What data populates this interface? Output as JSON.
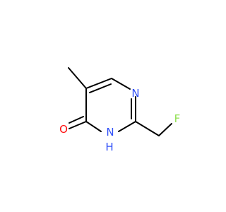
{
  "molecule": {
    "atoms": {
      "ring_nitrogen": {
        "symbol": "N",
        "color": "#3050f8"
      },
      "nh_nitrogen": {
        "symbol": "N",
        "color": "#3050f8"
      },
      "nh_hydrogen": {
        "symbol": "H",
        "color": "#3050f8"
      },
      "carbonyl_oxygen": {
        "symbol": "O",
        "color": "#ff0d0d"
      },
      "fluorine": {
        "symbol": "F",
        "color": "#90e050"
      }
    },
    "bond_color": "#000000"
  }
}
